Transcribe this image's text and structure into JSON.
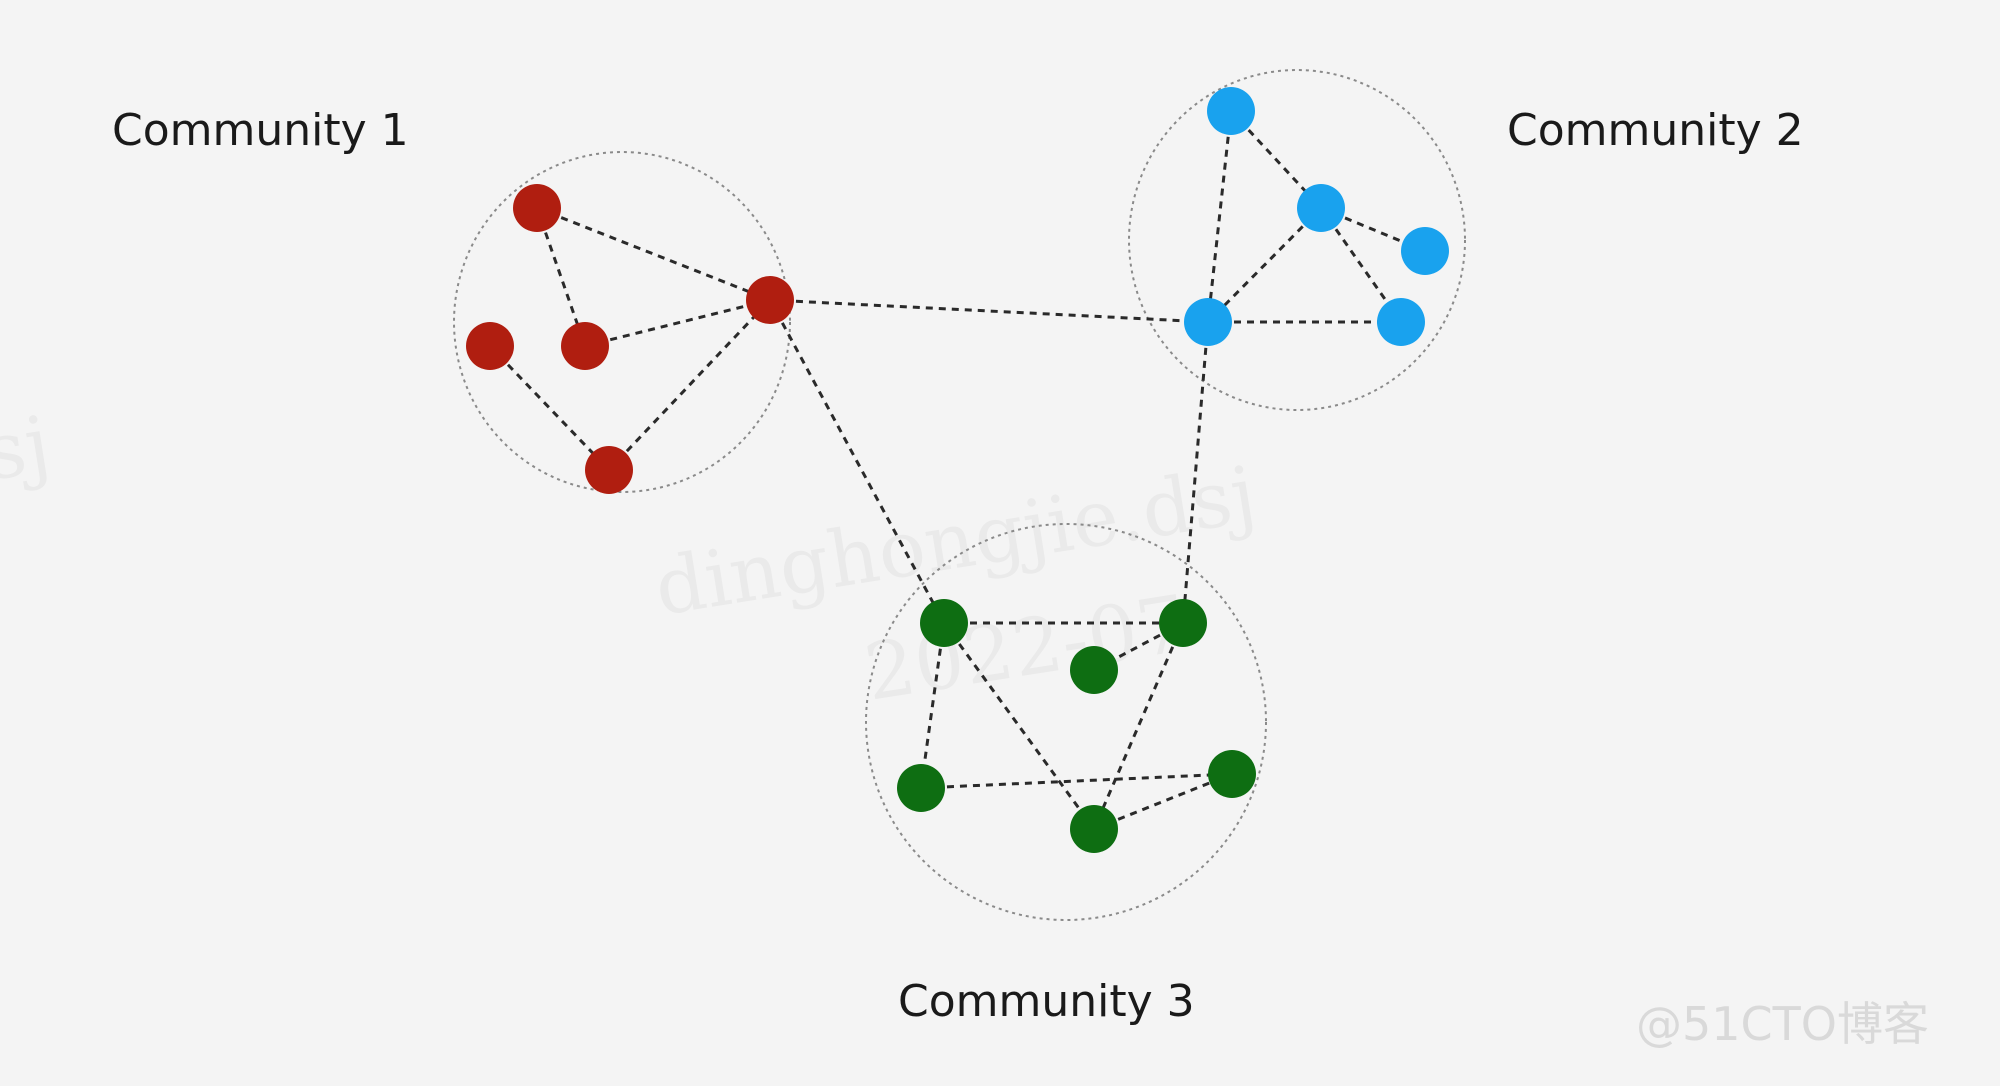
{
  "communities": [
    {
      "id": "c1",
      "label": "Community 1",
      "color": "#b01e10"
    },
    {
      "id": "c2",
      "label": "Community 2",
      "color": "#19a2ee"
    },
    {
      "id": "c3",
      "label": "Community 3",
      "color": "#0e6e12"
    }
  ],
  "nodes": [
    {
      "id": "a1",
      "community": "c1"
    },
    {
      "id": "a2",
      "community": "c1"
    },
    {
      "id": "a3",
      "community": "c1"
    },
    {
      "id": "a4",
      "community": "c1"
    },
    {
      "id": "a5",
      "community": "c1"
    },
    {
      "id": "b1",
      "community": "c2"
    },
    {
      "id": "b2",
      "community": "c2"
    },
    {
      "id": "b3",
      "community": "c2"
    },
    {
      "id": "b4",
      "community": "c2"
    },
    {
      "id": "b5",
      "community": "c2"
    },
    {
      "id": "g1",
      "community": "c3"
    },
    {
      "id": "g2",
      "community": "c3"
    },
    {
      "id": "g3",
      "community": "c3"
    },
    {
      "id": "g4",
      "community": "c3"
    },
    {
      "id": "g5",
      "community": "c3"
    },
    {
      "id": "g6",
      "community": "c3"
    }
  ],
  "edges": [
    [
      "a1",
      "a2"
    ],
    [
      "a1",
      "a3"
    ],
    [
      "a3",
      "a2"
    ],
    [
      "a4",
      "a5"
    ],
    [
      "a5",
      "a2"
    ],
    [
      "b1",
      "b2"
    ],
    [
      "b1",
      "b4"
    ],
    [
      "b2",
      "b3"
    ],
    [
      "b2",
      "b4"
    ],
    [
      "b2",
      "b5"
    ],
    [
      "b4",
      "b5"
    ],
    [
      "g1",
      "g2"
    ],
    [
      "g1",
      "g4"
    ],
    [
      "g1",
      "g5"
    ],
    [
      "g2",
      "g3"
    ],
    [
      "g2",
      "g5"
    ],
    [
      "g4",
      "g6"
    ],
    [
      "g5",
      "g6"
    ],
    [
      "a2",
      "b4"
    ],
    [
      "a2",
      "g1"
    ],
    [
      "b4",
      "g2"
    ]
  ],
  "watermark": {
    "line1": "dinghongjie.dsj",
    "line2": "2022-07",
    "edge_fragment": "sj"
  },
  "credit": "@51CTO博客"
}
